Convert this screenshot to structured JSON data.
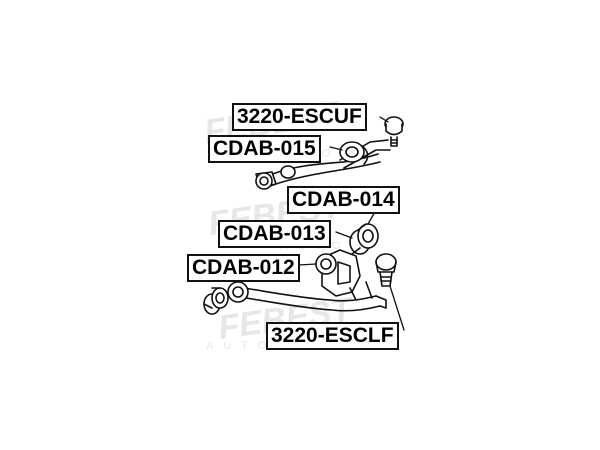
{
  "watermark": {
    "brand": "FEBEST",
    "sub": "AUTO"
  },
  "labels": {
    "upper_ball_joint": "3220-ESCUF",
    "upper_arm_bushing": "CDAB-015",
    "rear_lower_bushing": "CDAB-014",
    "front_lower_bushing": "CDAB-013",
    "lower_arm_bushing": "CDAB-012",
    "lower_ball_joint": "3220-ESCLF"
  }
}
